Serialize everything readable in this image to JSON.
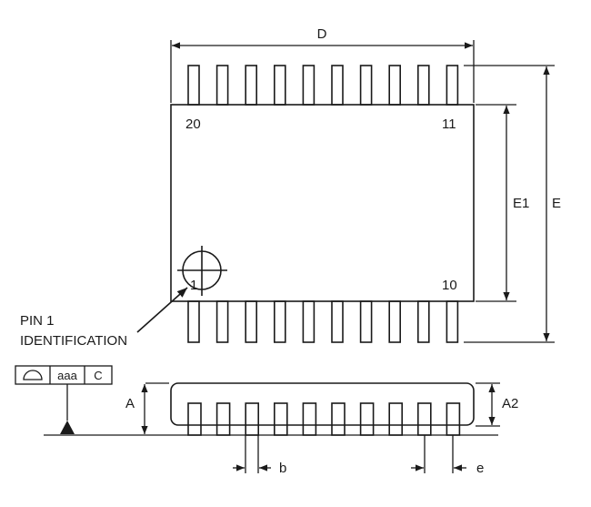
{
  "labels": {
    "dim_d": "D",
    "dim_e1": "E1",
    "dim_e": "E",
    "dim_a": "A",
    "dim_a2": "A2",
    "dim_b": "b",
    "dim_e_pitch": "e",
    "pin_20": "20",
    "pin_11": "11",
    "pin_10": "10",
    "pin_1": "1",
    "pin1_line1": "PIN 1",
    "pin1_line2": "IDENTIFICATION",
    "fcf_value": "aaa",
    "fcf_datum": "C"
  },
  "package": {
    "pins_per_side": 10
  },
  "colors": {
    "stroke": "#1a1a1a",
    "background": "#ffffff"
  }
}
